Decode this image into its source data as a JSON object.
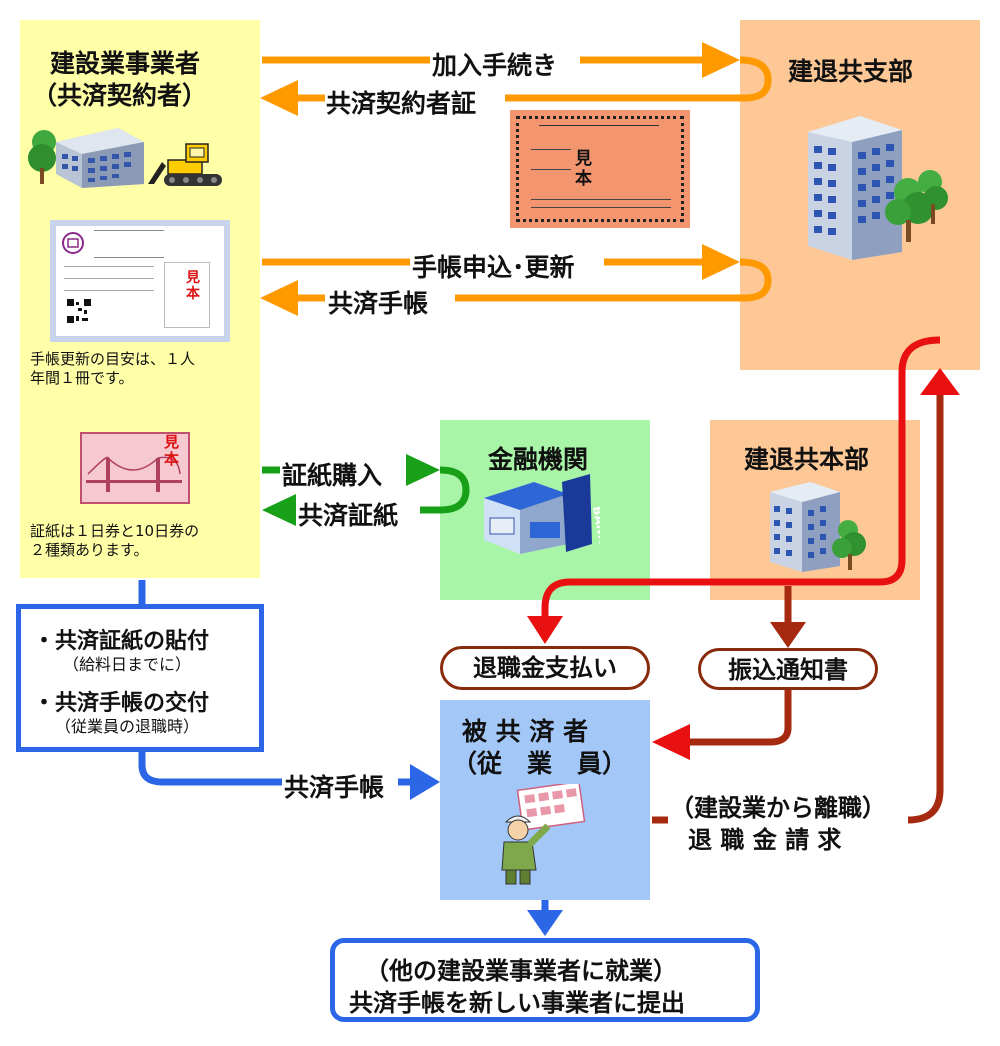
{
  "contractor": {
    "title1": "建設業事業者",
    "title2": "（共済契約者）",
    "booklet_note1": "手帳更新の目安は、１人",
    "booklet_note2": "年間１冊です。",
    "stamp_note1": "証紙は１日券と10日券の",
    "stamp_note2": "２種類あります。"
  },
  "branch": {
    "title": "建退共支部"
  },
  "bank": {
    "title": "金融機関",
    "bank_label": "BANK"
  },
  "hq": {
    "title": "建退共本部"
  },
  "employee": {
    "title1": "被 共 済 者",
    "title2": "（従　業　員）"
  },
  "flows": {
    "join": "加入手続き",
    "cert": "共済契約者証",
    "booklet_apply": "手帳申込･更新",
    "booklet": "共済手帳",
    "stamp_buy": "証紙購入",
    "stamp": "共済証紙",
    "to_employee_booklet": "共済手帳",
    "retire_note": "（建設業から離職）",
    "retire_claim": "退 職 金 請 求"
  },
  "duties": {
    "item1": "・共済証紙の貼付",
    "item1_note": "（給料日までに）",
    "item2": "・共済手帳の交付",
    "item2_note": "（従業員の退職時）"
  },
  "pills": {
    "payment": "退職金支払い",
    "notice": "振込通知書"
  },
  "final": {
    "line1": "（他の建設業事業者に就業）",
    "line2": "共済手帳を新しい事業者に提出"
  },
  "sample_marks": {
    "cert_sample": "見本",
    "booklet_sample": "見本",
    "stamp_sample": "見本"
  },
  "colors": {
    "contractor_bg": "#ffffa8",
    "branch_bg": "#fdc896",
    "bank_bg": "#a8f5a8",
    "hq_bg": "#fdc896",
    "employee_bg": "#a3c8f8",
    "orange_arrow": "#ff9900",
    "green_arrow": "#18a018",
    "red_arrow": "#e81010",
    "darkred_arrow": "#a52a10",
    "blue_arrow": "#2a66e6"
  }
}
